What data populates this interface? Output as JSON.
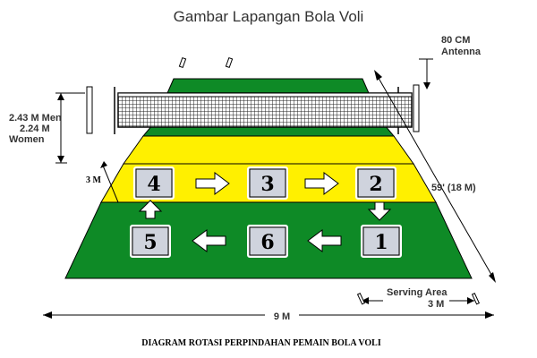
{
  "title": "Gambar Lapangan Bola Voli",
  "caption": "DIAGRAM ROTASI PERPINDAHAN PEMAIN BOLA VOLI",
  "labels": {
    "antenna_top": "80 CM",
    "antenna_bottom": "Antenna",
    "men_height": "2.43 M  Men",
    "women_height": "2.24 M",
    "women_label": "Women",
    "attack_zone": "3 M",
    "court_length": "59' (18 M)",
    "serving_area": "Serving Area",
    "serving_area_size": "3 M",
    "court_width": "9 M"
  },
  "positions": [
    "4",
    "3",
    "2",
    "5",
    "6",
    "1"
  ],
  "colors": {
    "court_green": "#0e8a26",
    "attack_yellow": "#fff000",
    "net_black": "#222222",
    "arrow_white": "#ffffff"
  }
}
